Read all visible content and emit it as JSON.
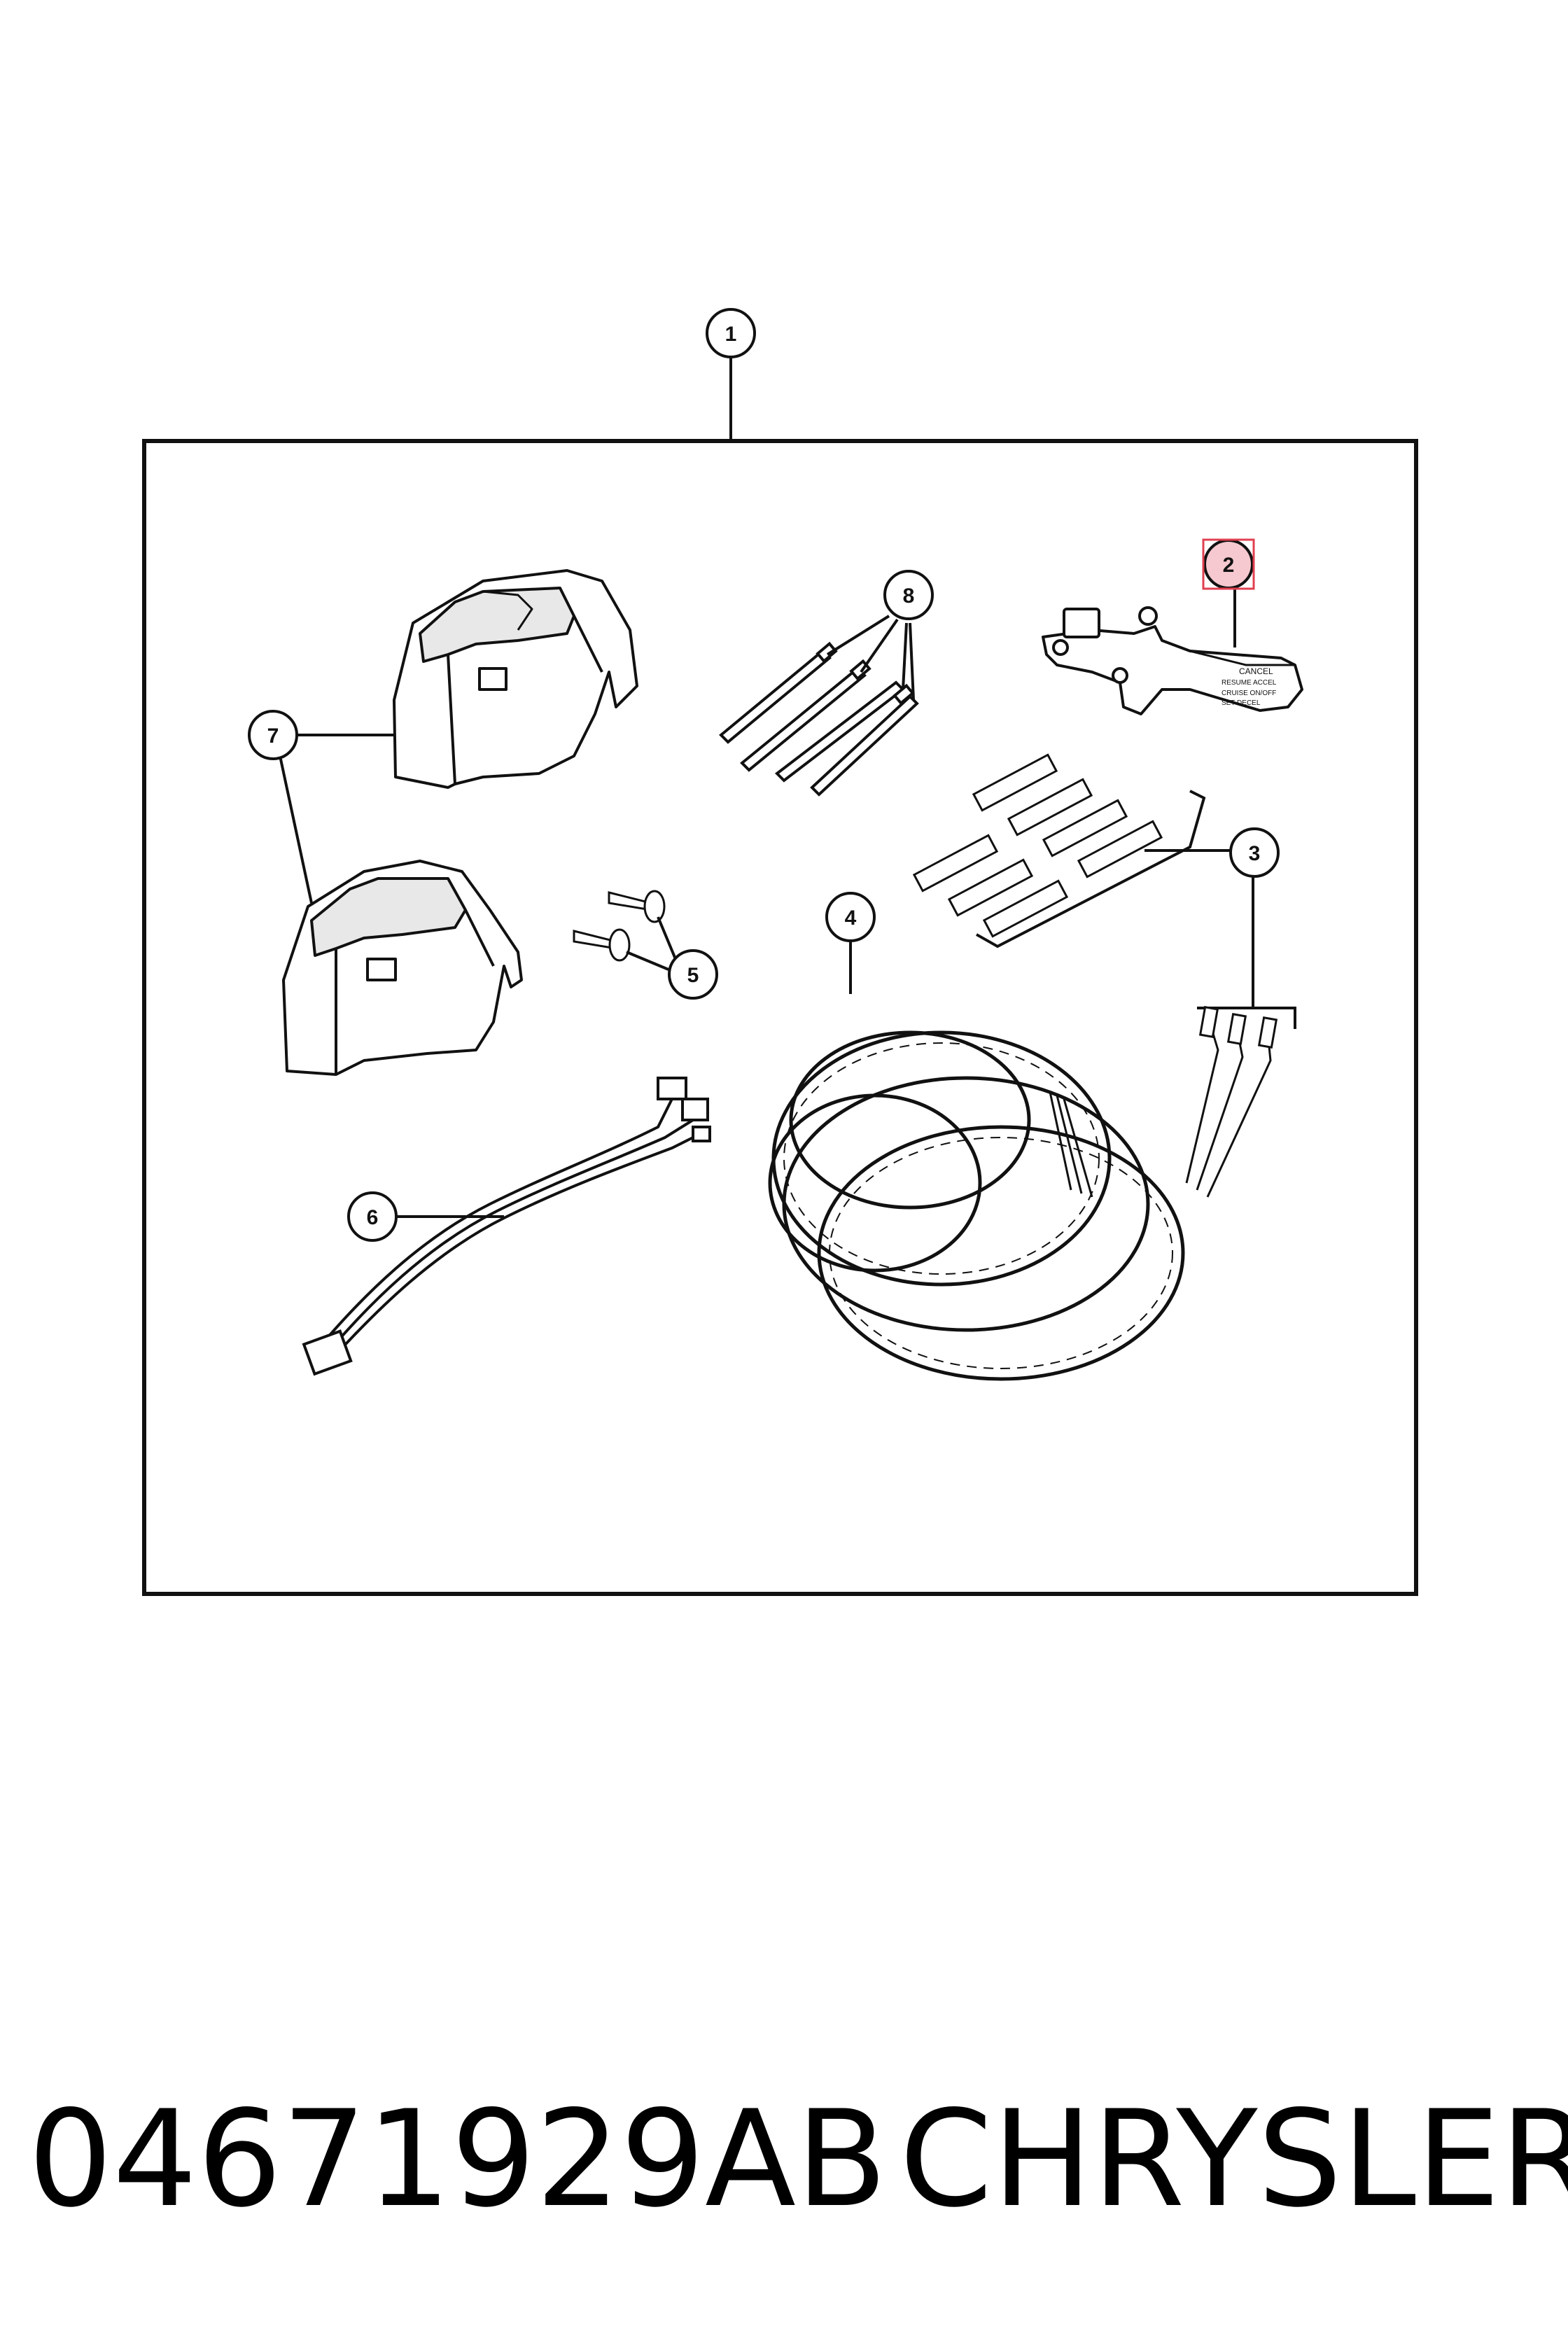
{
  "callouts": [
    {
      "id": "callout-1",
      "label": "1"
    },
    {
      "id": "callout-2",
      "label": "2"
    },
    {
      "id": "callout-3",
      "label": "3"
    },
    {
      "id": "callout-4",
      "label": "4"
    },
    {
      "id": "callout-5",
      "label": "5"
    },
    {
      "id": "callout-6",
      "label": "6"
    },
    {
      "id": "callout-7",
      "label": "7"
    },
    {
      "id": "callout-8",
      "label": "8"
    }
  ],
  "switch_text": {
    "cancel": "CANCEL",
    "resume": "RESUME ACCEL",
    "cruise": "CRUISE ON/OFF",
    "set": "SET DECEL"
  },
  "caption": {
    "part_number": "04671929AB",
    "brand": "CHRYSLER"
  },
  "colors": {
    "line": "#111111",
    "highlight": "#e04050",
    "highlight_fill": "#f6c8cf"
  }
}
